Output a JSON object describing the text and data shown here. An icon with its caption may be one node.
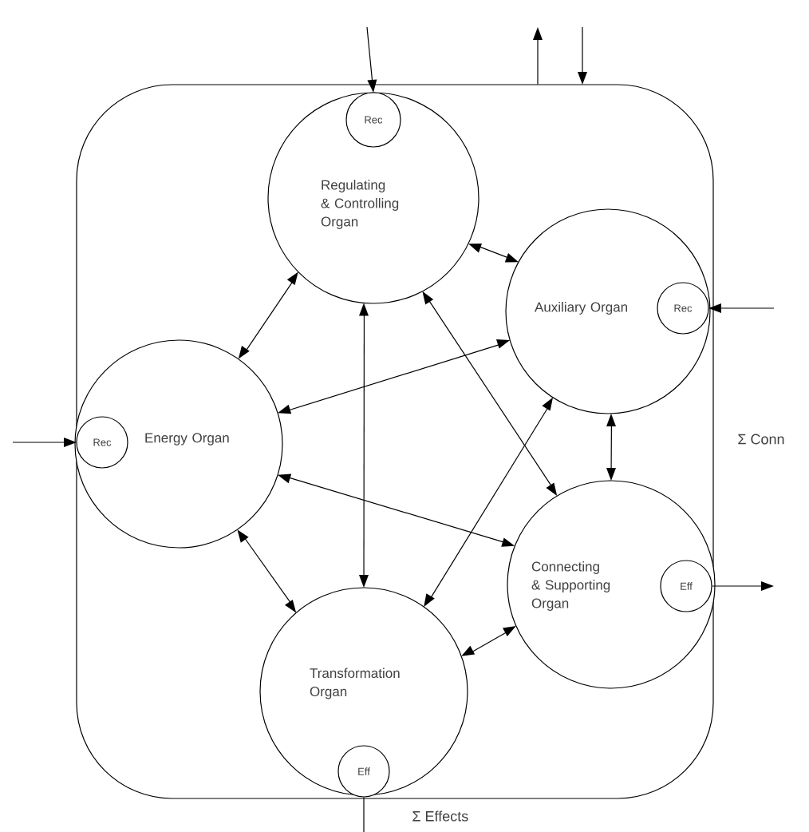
{
  "diagram": {
    "nodes": [
      {
        "text": [],
        "shape": "box"
      },
      {
        "text": [
          "Regulating & Controlling Organ"
        ],
        "in": 0
      },
      {
        "text": [
          "Rec"
        ],
        "in": 1
      },
      {
        "text": [
          "Auxiliary Organ"
        ],
        "in": 0
      },
      {
        "text": [
          "Rec"
        ],
        "in": 3
      },
      {
        "text": [
          "Energy Organ"
        ],
        "in": 0
      },
      {
        "text": [
          "Rec"
        ],
        "in": 5
      },
      {
        "text": [
          "Connecting & Supporting Organ"
        ],
        "in": 0
      },
      {
        "text": [
          "Eff"
        ],
        "in": 7
      },
      {
        "text": [
          "Transformation Organ"
        ],
        "in": 0
      },
      {
        "text": [
          "Eff"
        ],
        "in": 9
      }
    ],
    "edges": [
      {
        "from": null,
        "to": 2,
        "arrow": "to"
      },
      {
        "from": 0,
        "to": null,
        "arrow": "to"
      },
      {
        "from": null,
        "to": 0,
        "arrow": "to"
      },
      {
        "from": null,
        "to": 4,
        "arrow": "to"
      },
      {
        "from": null,
        "to": 6,
        "arrow": "to"
      },
      {
        "from": 8,
        "to": null,
        "arrow": "to"
      },
      {
        "from": 10,
        "to": null,
        "arrow": "none"
      },
      {
        "from": 1,
        "to": 3,
        "arrow": "both"
      },
      {
        "from": 1,
        "to": 5,
        "arrow": "both"
      },
      {
        "from": 1,
        "to": 9,
        "arrow": "both"
      },
      {
        "from": 1,
        "to": 7,
        "arrow": "both"
      },
      {
        "from": 3,
        "to": 5,
        "arrow": "both"
      },
      {
        "from": 3,
        "to": 7,
        "arrow": "both"
      },
      {
        "from": 5,
        "to": 7,
        "arrow": "both"
      },
      {
        "from": 5,
        "to": 9,
        "arrow": "both"
      },
      {
        "from": 3,
        "to": 9,
        "arrow": "both"
      },
      {
        "from": 7,
        "to": 9,
        "arrow": "both"
      }
    ],
    "labels": [
      "Σ Conn",
      "Σ Effects"
    ]
  }
}
